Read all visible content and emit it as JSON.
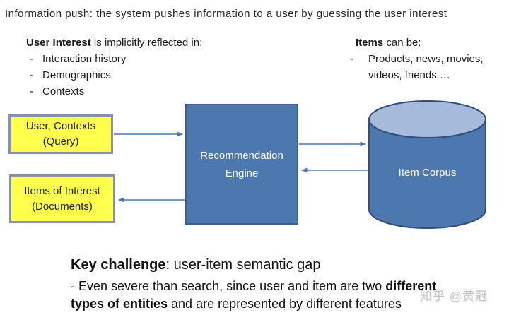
{
  "title": "Information push: the system pushes information to a user by guessing the user interest",
  "left_list": {
    "heading_bold": "User Interest",
    "heading_rest": " is implicitly reflected in:",
    "dash": "-",
    "items": [
      "Interaction history",
      "Demographics",
      "Contexts"
    ]
  },
  "right_list": {
    "heading_bold": "Items",
    "heading_rest": " can be:",
    "dash": "-",
    "item_line1": "Products, news, movies,",
    "item_line2": "videos, friends …"
  },
  "diagram": {
    "query_box": {
      "line1": "User, Contexts",
      "line2": "(Query)"
    },
    "documents_box": {
      "line1": "Items of Interest",
      "line2": "(Documents)"
    },
    "engine_box": {
      "line1": "Recommendation",
      "line2": "Engine"
    },
    "corpus": {
      "label": "Item Corpus"
    },
    "colors": {
      "shape_blue": "#4d77af",
      "shape_blue_border": "#38618f",
      "cylinder_top": "#a6bbdb",
      "cylinder_border": "#2e4d7b",
      "note_yellow": "#ffff4d",
      "note_border": "#8593a9",
      "arrow": "#4d77af"
    }
  },
  "key_challenge": {
    "heading_bold": "Key challenge",
    "heading_rest": ": user-item semantic gap",
    "line2_pre": "- Even severe than search, since user and item are two ",
    "line2_bold": "different",
    "line3_bold": "types of entities",
    "line3_rest": " and are represented by different features"
  },
  "watermark": "知乎 @黄冠"
}
